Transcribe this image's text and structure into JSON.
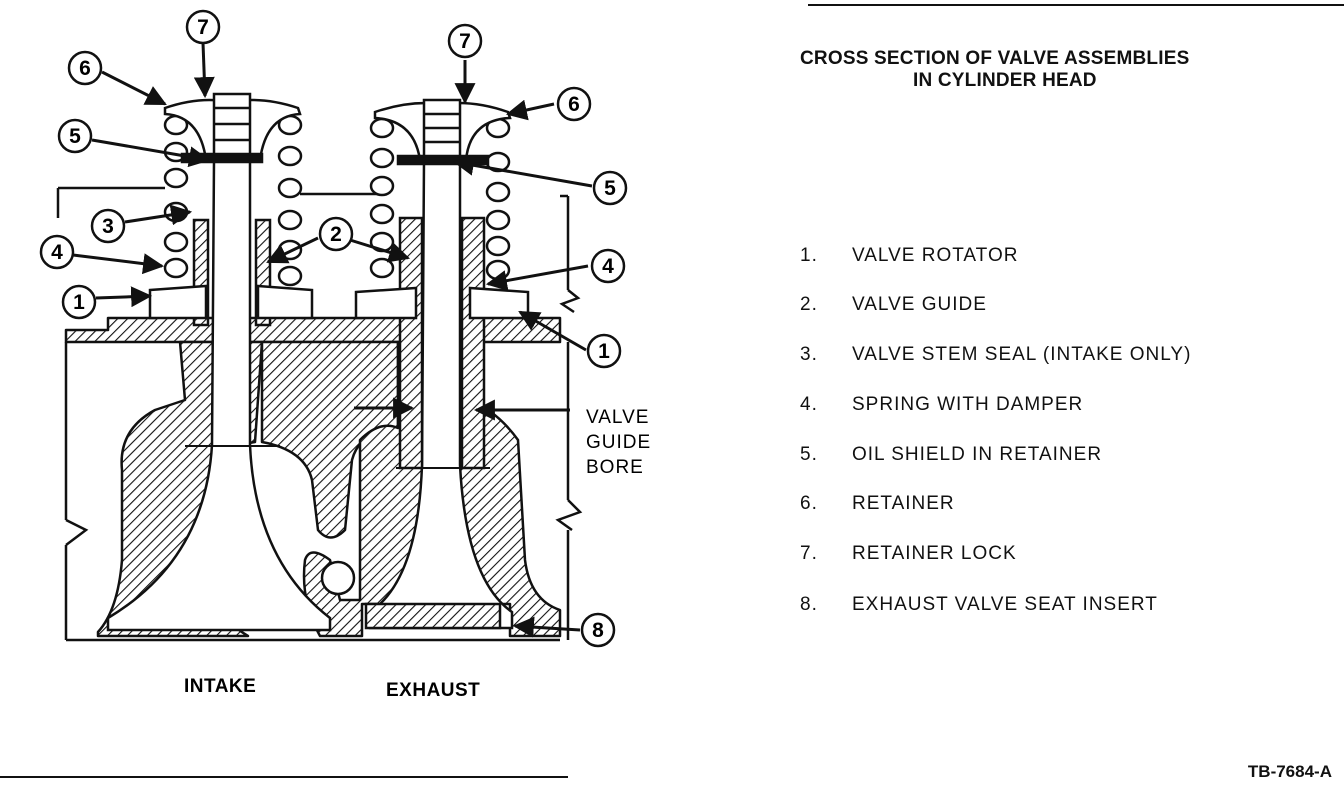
{
  "title": {
    "line1": "CROSS SECTION OF VALVE ASSEMBLIES",
    "line2": "IN CYLINDER HEAD"
  },
  "legend": [
    {
      "num": "1.",
      "text": "VALVE ROTATOR"
    },
    {
      "num": "2.",
      "text": "VALVE GUIDE"
    },
    {
      "num": "3.",
      "text": "VALVE STEM SEAL (INTAKE ONLY)"
    },
    {
      "num": "4.",
      "text": "SPRING WITH DAMPER"
    },
    {
      "num": "5.",
      "text": "OIL SHIELD IN RETAINER"
    },
    {
      "num": "6.",
      "text": "RETAINER"
    },
    {
      "num": "7.",
      "text": "RETAINER LOCK"
    },
    {
      "num": "8.",
      "text": "EXHAUST VALVE SEAT INSERT"
    }
  ],
  "diagram": {
    "label_intake": "INTAKE",
    "label_exhaust": "EXHAUST",
    "bore_line1": "VALVE",
    "bore_line2": "GUIDE",
    "bore_line3": "BORE",
    "callouts": [
      "7",
      "6",
      "5",
      "3",
      "4",
      "1",
      "2",
      "7",
      "6",
      "5",
      "4",
      "1",
      "8"
    ]
  },
  "figure_code": "TB-7684-A"
}
